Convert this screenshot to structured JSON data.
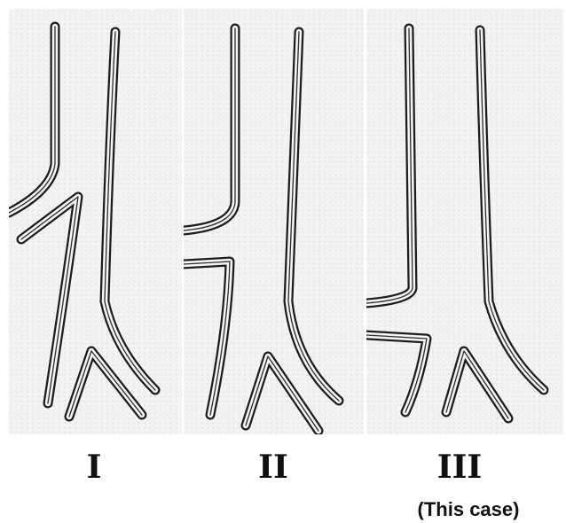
{
  "figure": {
    "panels": [
      {
        "label": "I"
      },
      {
        "label": "II"
      },
      {
        "label": "III",
        "sublabel": "(This case)"
      }
    ]
  }
}
